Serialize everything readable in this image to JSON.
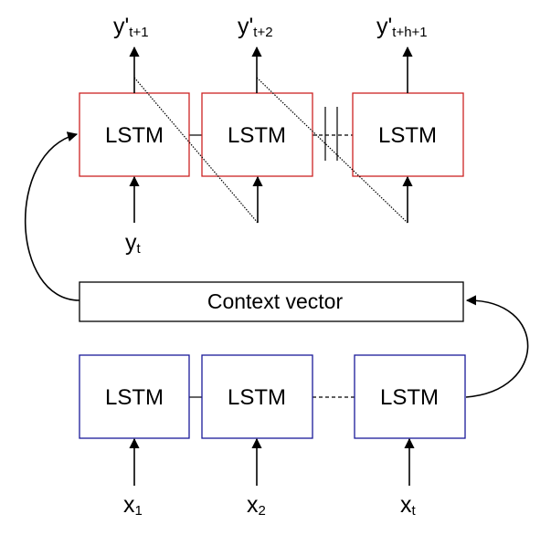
{
  "colors": {
    "decoder_border": "#cc2222",
    "encoder_border": "#1a1a99",
    "context_border": "#000000",
    "ink": "#000000"
  },
  "decoder": {
    "cells": [
      {
        "label": "LSTM"
      },
      {
        "label": "LSTM"
      },
      {
        "label": "LSTM"
      }
    ],
    "outputs": [
      {
        "main": "y'",
        "sub": "t+1"
      },
      {
        "main": "y'",
        "sub": "t+2"
      },
      {
        "main": "y'",
        "sub": "t+h+1"
      }
    ],
    "input": {
      "main": "y",
      "sub": "t"
    }
  },
  "context": {
    "label": "Context vector"
  },
  "encoder": {
    "cells": [
      {
        "label": "LSTM"
      },
      {
        "label": "LSTM"
      },
      {
        "label": "LSTM"
      }
    ],
    "inputs": [
      {
        "main": "x",
        "sub": "1"
      },
      {
        "main": "x",
        "sub": "2"
      },
      {
        "main": "x",
        "sub": "t"
      }
    ]
  }
}
